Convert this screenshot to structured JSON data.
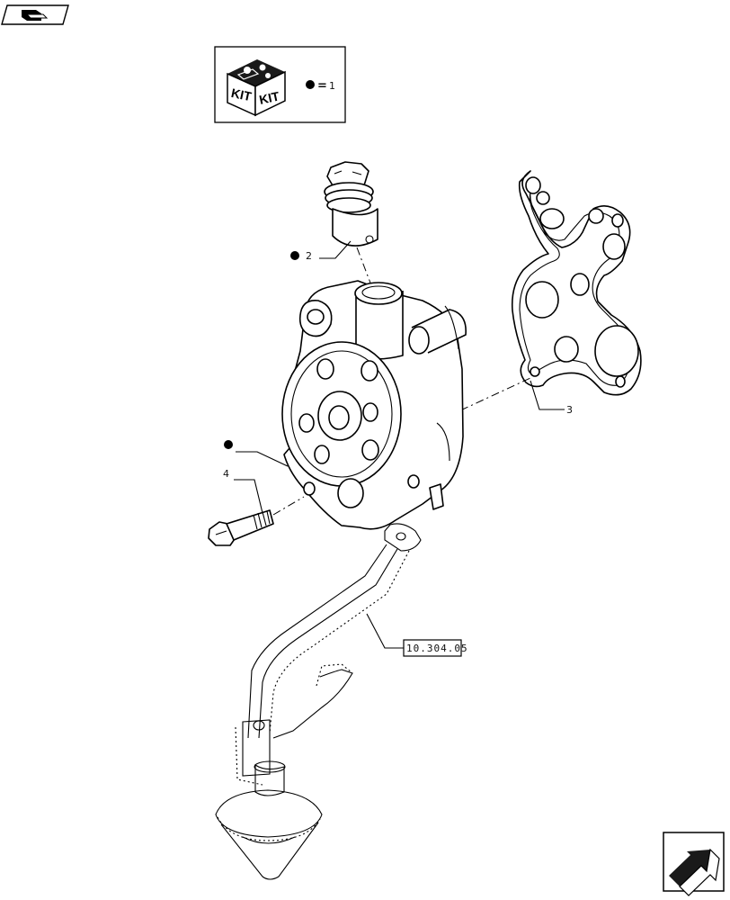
{
  "kit_legend": {
    "kit_label_left": "KIT",
    "kit_label_right": "KIT",
    "equals_sign": "=",
    "kit_item_number": "1"
  },
  "callouts": {
    "seal_plug": "2",
    "gasket": "3",
    "bolt": "4"
  },
  "cross_reference": "10.304.05",
  "icons": [
    "book-open-icon",
    "kit-box-icon",
    "next-page-arrow-icon"
  ]
}
